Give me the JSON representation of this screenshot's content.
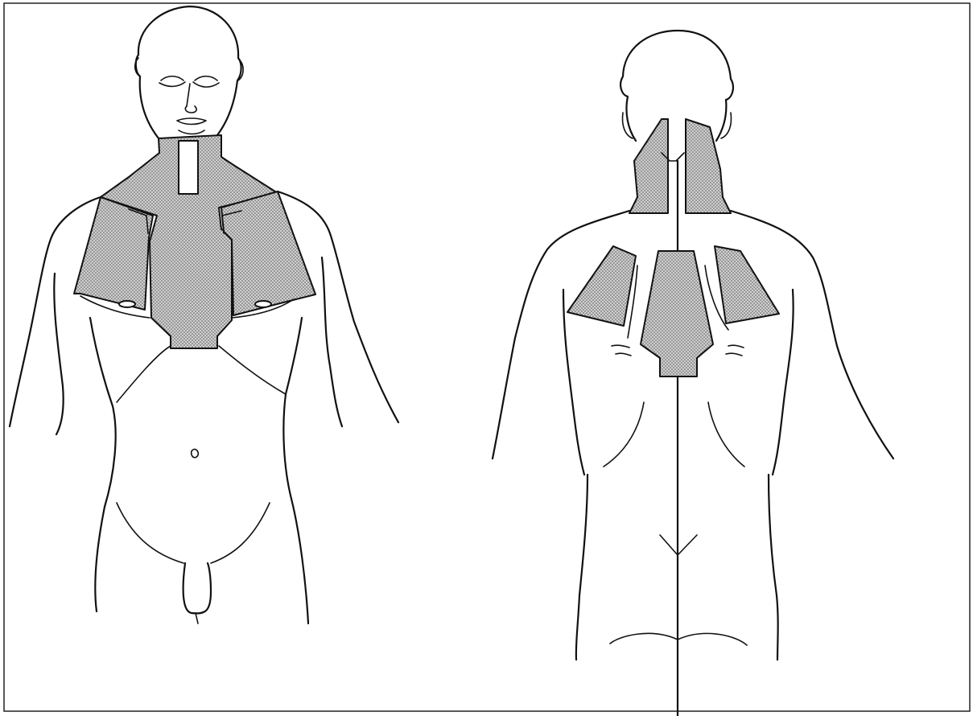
{
  "figure": {
    "views": [
      {
        "id": "front",
        "shaded_regions": [
          "neck",
          "sternum",
          "left-shoulder",
          "right-shoulder"
        ]
      },
      {
        "id": "back",
        "shaded_regions": [
          "left-neck",
          "right-neck",
          "left-scapula",
          "right-scapula",
          "upper-spine"
        ]
      }
    ],
    "colors": {
      "background": "#ffffff",
      "line": "#111111",
      "shaded_fill": "#c8c8c8",
      "shaded_dot": "#555555"
    }
  }
}
